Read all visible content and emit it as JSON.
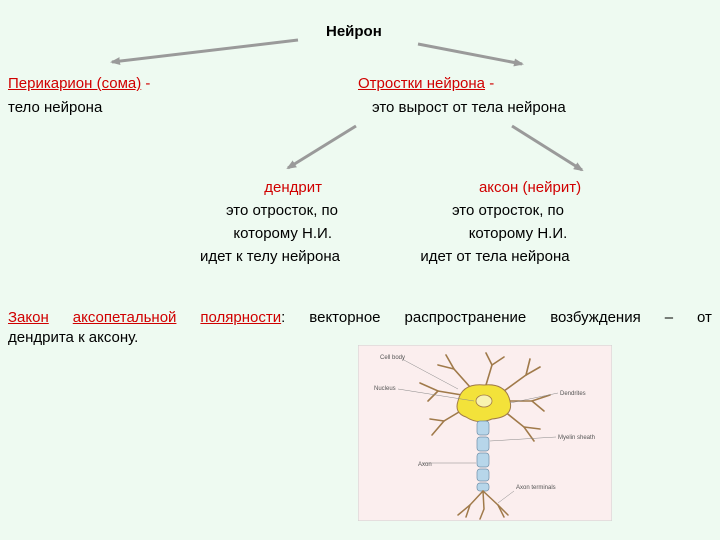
{
  "title": "Нейрон",
  "left": {
    "heading": "Перикарион (сома)",
    "dash": "-",
    "text": "тело нейрона"
  },
  "right": {
    "heading": "Отростки нейрона",
    "dash": "-",
    "text": "это вырост от тела  нейрона"
  },
  "dendrite": {
    "heading": "дендрит",
    "lines": [
      "это отросток, по",
      "которому Н.И.",
      "идет к телу нейрона"
    ]
  },
  "axon": {
    "heading": "аксон (нейрит)",
    "lines": [
      "это отросток, по",
      "которому Н.И.",
      "идет от тела нейрона"
    ]
  },
  "law": {
    "words": [
      "Закон",
      "аксопетальной",
      "полярности",
      "векторное",
      "распространение",
      "возбуждения",
      "–",
      "от"
    ],
    "line2": "дендрита к аксону.",
    "colon": ":"
  },
  "figure_labels": {
    "cell_body": "Cell body",
    "nucleus": "Nucleus",
    "dendrites": "Dendrites",
    "myelin_sheath": "Myelin sheath",
    "axon": "Axon",
    "axon_terminals": "Axon terminals"
  },
  "colors": {
    "background": "#eefaf1",
    "heading_red": "#d00000",
    "arrow_gray": "#9a9a9a",
    "figure_bg": "#fbeeee",
    "cell_yellow": "#f3e23a",
    "myelin_blue": "#b7d6ea",
    "dendrite_brown": "#a07a4a"
  }
}
